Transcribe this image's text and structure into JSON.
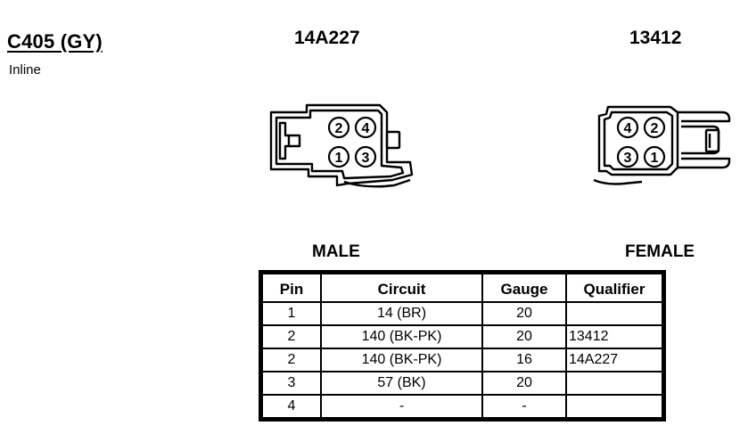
{
  "connector": {
    "id": "C405 (GY)",
    "type": "Inline"
  },
  "male": {
    "part_number": "14A227",
    "label": "MALE",
    "pins": [
      {
        "num": "2",
        "pos": "top-left"
      },
      {
        "num": "4",
        "pos": "top-right"
      },
      {
        "num": "1",
        "pos": "bottom-left"
      },
      {
        "num": "3",
        "pos": "bottom-right"
      }
    ]
  },
  "female": {
    "part_number": "13412",
    "label": "FEMALE",
    "pins": [
      {
        "num": "4",
        "pos": "top-left"
      },
      {
        "num": "2",
        "pos": "top-right"
      },
      {
        "num": "3",
        "pos": "bottom-left"
      },
      {
        "num": "1",
        "pos": "bottom-right"
      }
    ]
  },
  "table": {
    "headers": {
      "pin": "Pin",
      "circuit": "Circuit",
      "gauge": "Gauge",
      "qualifier": "Qualifier"
    },
    "rows": [
      {
        "pin": "1",
        "circuit": "14 (BR)",
        "gauge": "20",
        "qualifier": ""
      },
      {
        "pin": "2",
        "circuit": "140 (BK-PK)",
        "gauge": "20",
        "qualifier": "13412"
      },
      {
        "pin": "2",
        "circuit": "140 (BK-PK)",
        "gauge": "16",
        "qualifier": "14A227"
      },
      {
        "pin": "3",
        "circuit": "57 (BK)",
        "gauge": "20",
        "qualifier": ""
      },
      {
        "pin": "4",
        "circuit": "-",
        "gauge": "-",
        "qualifier": ""
      }
    ]
  }
}
